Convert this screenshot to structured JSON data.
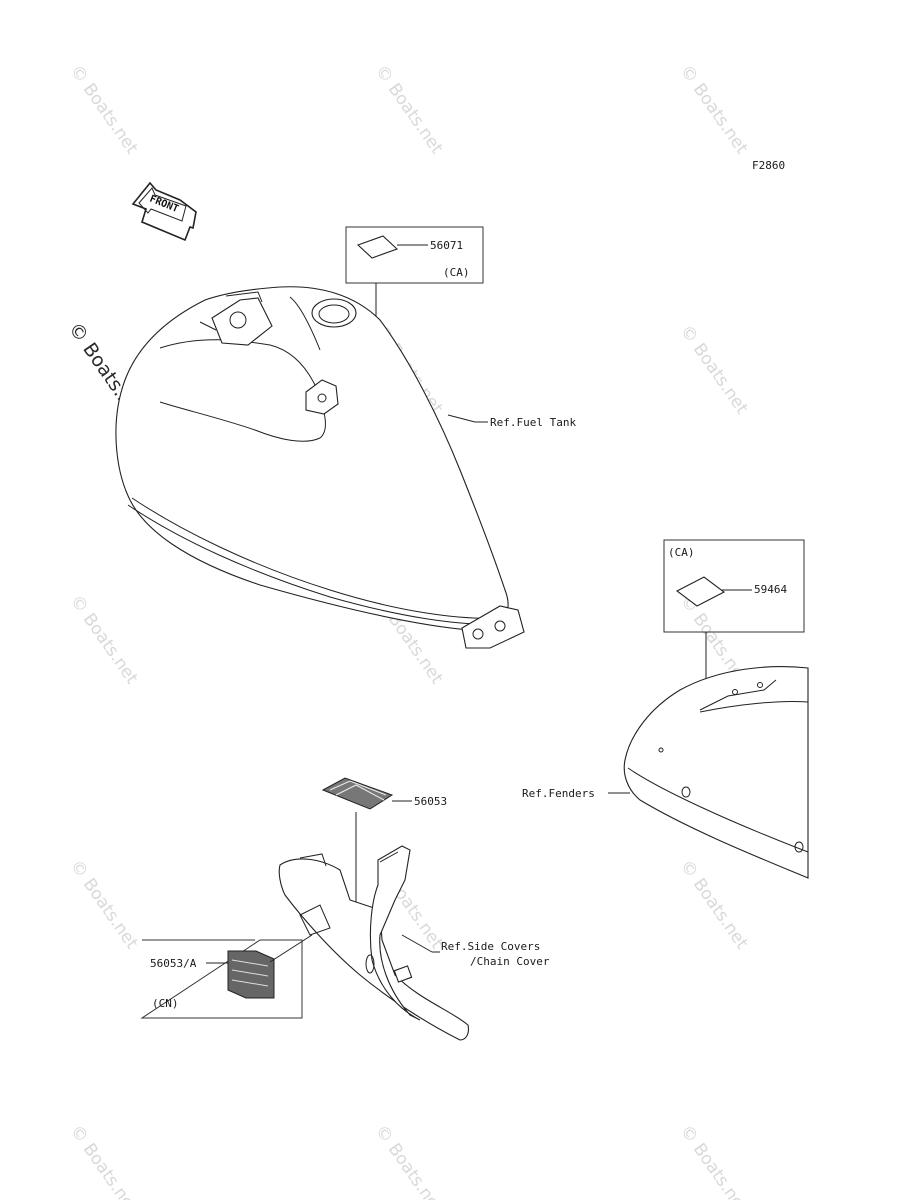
{
  "figure_code": "F2860",
  "front_arrow_label": "FRONT",
  "watermark_text": "© Boats.net",
  "parts": {
    "fuel_tank_label": {
      "part_no": "56071",
      "region": "(CA)"
    },
    "fender_label": {
      "part_no": "59464",
      "region": "(CA)"
    },
    "side_cover_label": {
      "part_no": "56053"
    },
    "side_cover_label_alt": {
      "part_no": "56053/A",
      "region": "(CN)"
    }
  },
  "references": {
    "fuel_tank": "Ref.Fuel Tank",
    "fenders": "Ref.Fenders",
    "side_covers_line1": "Ref.Side Covers",
    "side_covers_line2": "/Chain Cover"
  }
}
